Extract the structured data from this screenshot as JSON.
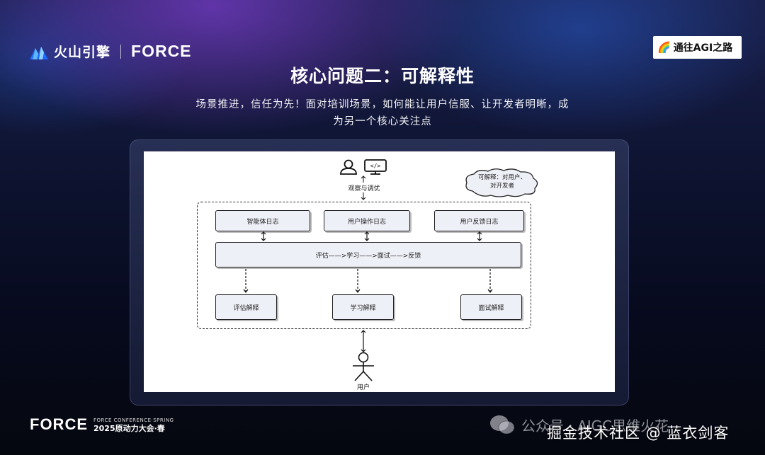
{
  "header": {
    "brand_cn": "火山引擎",
    "brand_force": "FORCE",
    "badge_emoji": "🌈",
    "badge_text": "通往AGI之路"
  },
  "slide": {
    "title": "核心问题二：可解释性",
    "subtitle": "场景推进，信任为先！面对培训场景，如何能让用户信服、让开发者明晰，成为另一个核心关注点"
  },
  "diagram": {
    "top_label": "观察与调优",
    "cloud_text": "可解释：对用户、对开发者",
    "logs": [
      "智能体日志",
      "用户操作日志",
      "用户反馈日志"
    ],
    "pipeline": "评估——>学习——>面试——>反馈",
    "explains": [
      "评估解释",
      "学习解释",
      "面试解释"
    ],
    "bottom_label": "用户"
  },
  "footer": {
    "force": "FORCE",
    "conf_line": "FORCE CONFERENCE·SPRING",
    "conf_year": "2025原动力大会·春"
  },
  "watermarks": {
    "wechat": "公众号 · AIGC思维火花",
    "juejin": "掘金技术社区 @ 蓝衣剑客"
  },
  "colors": {
    "brand_blue": "#1e6bff",
    "diagram_box": "#eef0f7"
  }
}
